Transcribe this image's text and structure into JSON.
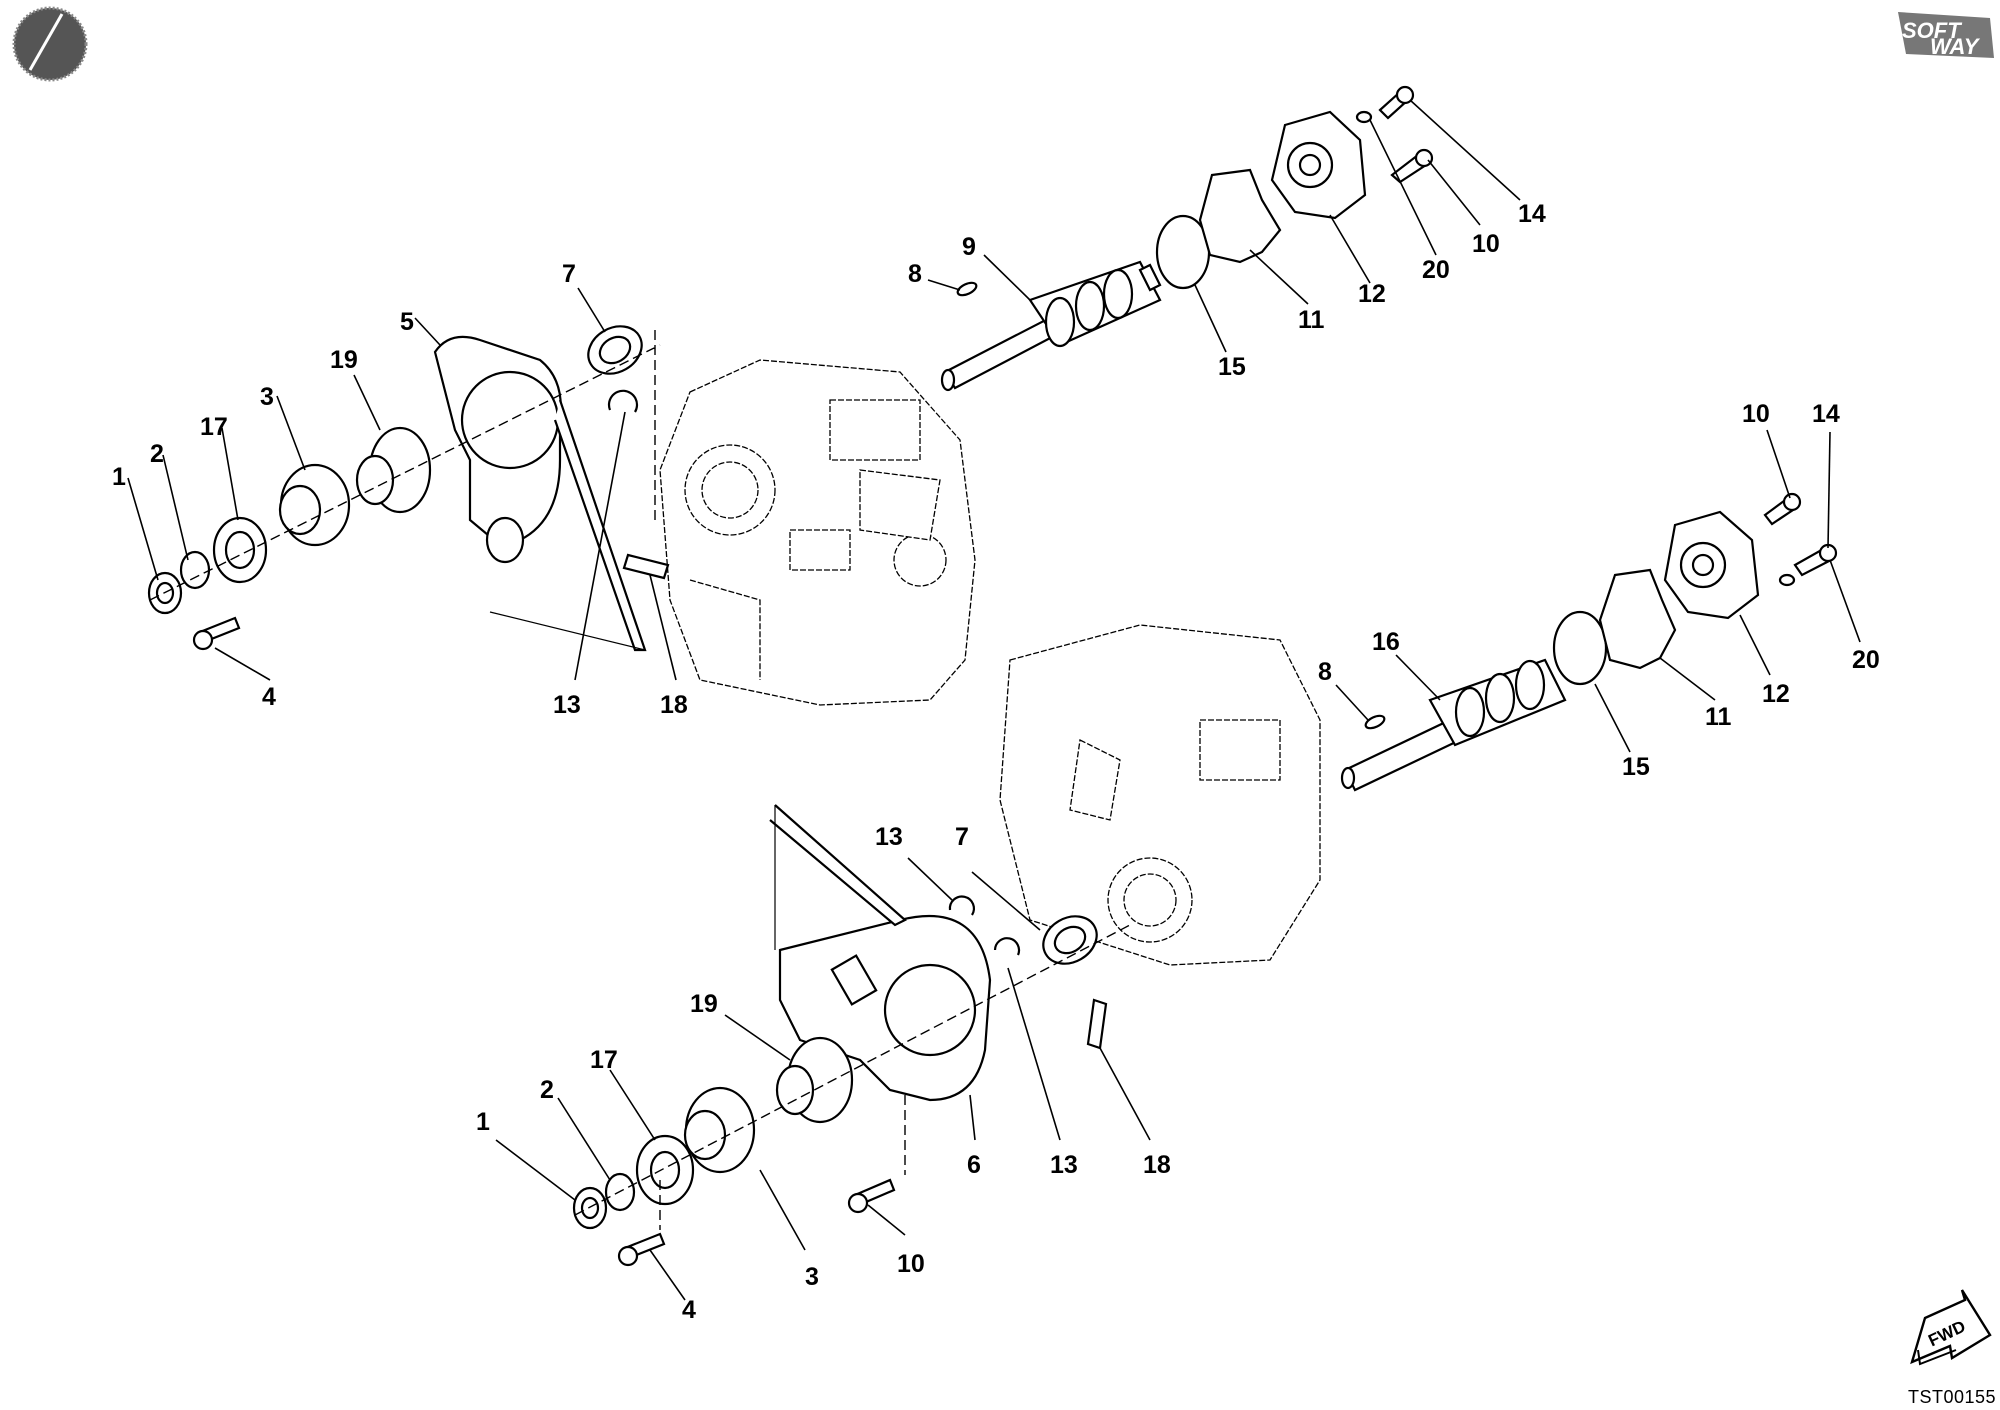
{
  "drawing_code": "TST00155",
  "logo": {
    "line1": "SOFT",
    "line2": "WAY"
  },
  "fwd_label": "FWD",
  "callouts": [
    {
      "id": "c-1a",
      "label": "1"
    },
    {
      "id": "c-2a",
      "label": "2"
    },
    {
      "id": "c-17a",
      "label": "17"
    },
    {
      "id": "c-3a",
      "label": "3"
    },
    {
      "id": "c-19a",
      "label": "19"
    },
    {
      "id": "c-5",
      "label": "5"
    },
    {
      "id": "c-7a",
      "label": "7"
    },
    {
      "id": "c-4a",
      "label": "4"
    },
    {
      "id": "c-13a",
      "label": "13"
    },
    {
      "id": "c-18a",
      "label": "18"
    },
    {
      "id": "c-8a",
      "label": "8"
    },
    {
      "id": "c-9",
      "label": "9"
    },
    {
      "id": "c-15a",
      "label": "15"
    },
    {
      "id": "c-11a",
      "label": "11"
    },
    {
      "id": "c-12a",
      "label": "12"
    },
    {
      "id": "c-20a",
      "label": "20"
    },
    {
      "id": "c-10a",
      "label": "10"
    },
    {
      "id": "c-14a",
      "label": "14"
    },
    {
      "id": "c-10b",
      "label": "10"
    },
    {
      "id": "c-14b",
      "label": "14"
    },
    {
      "id": "c-20b",
      "label": "20"
    },
    {
      "id": "c-12b",
      "label": "12"
    },
    {
      "id": "c-11b",
      "label": "11"
    },
    {
      "id": "c-15b",
      "label": "15"
    },
    {
      "id": "c-8b",
      "label": "8"
    },
    {
      "id": "c-16",
      "label": "16"
    },
    {
      "id": "c-13b",
      "label": "13"
    },
    {
      "id": "c-7b",
      "label": "7"
    },
    {
      "id": "c-19b",
      "label": "19"
    },
    {
      "id": "c-17b",
      "label": "17"
    },
    {
      "id": "c-2b",
      "label": "2"
    },
    {
      "id": "c-1b",
      "label": "1"
    },
    {
      "id": "c-6",
      "label": "6"
    },
    {
      "id": "c-13c",
      "label": "13"
    },
    {
      "id": "c-18b",
      "label": "18"
    },
    {
      "id": "c-10c",
      "label": "10"
    },
    {
      "id": "c-3b",
      "label": "3"
    },
    {
      "id": "c-4b",
      "label": "4"
    }
  ]
}
